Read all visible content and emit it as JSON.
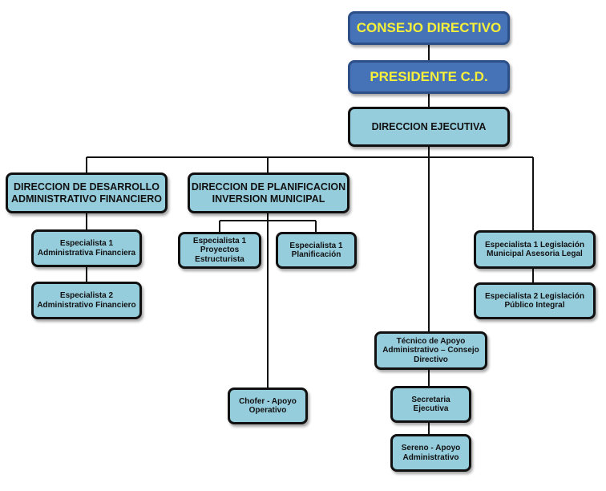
{
  "chart_title": "",
  "boxes": {
    "consejo": "CONSEJO DIRECTIVO",
    "presidente": "PRESIDENTE C.D.",
    "direccion_ejecutiva": "DIRECCION  EJECUTIVA",
    "desarrollo": "DIRECCION  DE  DESARROLLO\nADMINISTRATIVO  FINANCIERO",
    "planificacion": "DIRECCION  DE  PLANIFICACION\nINVERSION  MUNICIPAL",
    "esp1_admin": "Especialista 1\nAdministrativa Financiera",
    "esp2_admin": "Especialista 2\nAdministrativo Financiero",
    "esp1_proyectos": "Especialista 1\nProyectos\nEstructurista",
    "esp1_planif": "Especialista 1\nPlanificación",
    "chofer": "Chofer - Apoyo\nOperativo",
    "tecnico": "Técnico de Apoyo\nAdministrativo – Consejo\nDirectivo",
    "secretaria": "Secretaria\nEjecutiva",
    "sereno": "Sereno - Apoyo\nAdministrativo",
    "esp1_legal": "Especialista 1 Legislación\nMunicipal Asesoria Legal",
    "esp2_legal": "Especialista 2 Legislación\nPúblico Integral"
  },
  "colors": {
    "top_fill": "#4672b8",
    "top_text": "#f6f03a",
    "box_fill": "#96cddd",
    "border": "#111111"
  }
}
